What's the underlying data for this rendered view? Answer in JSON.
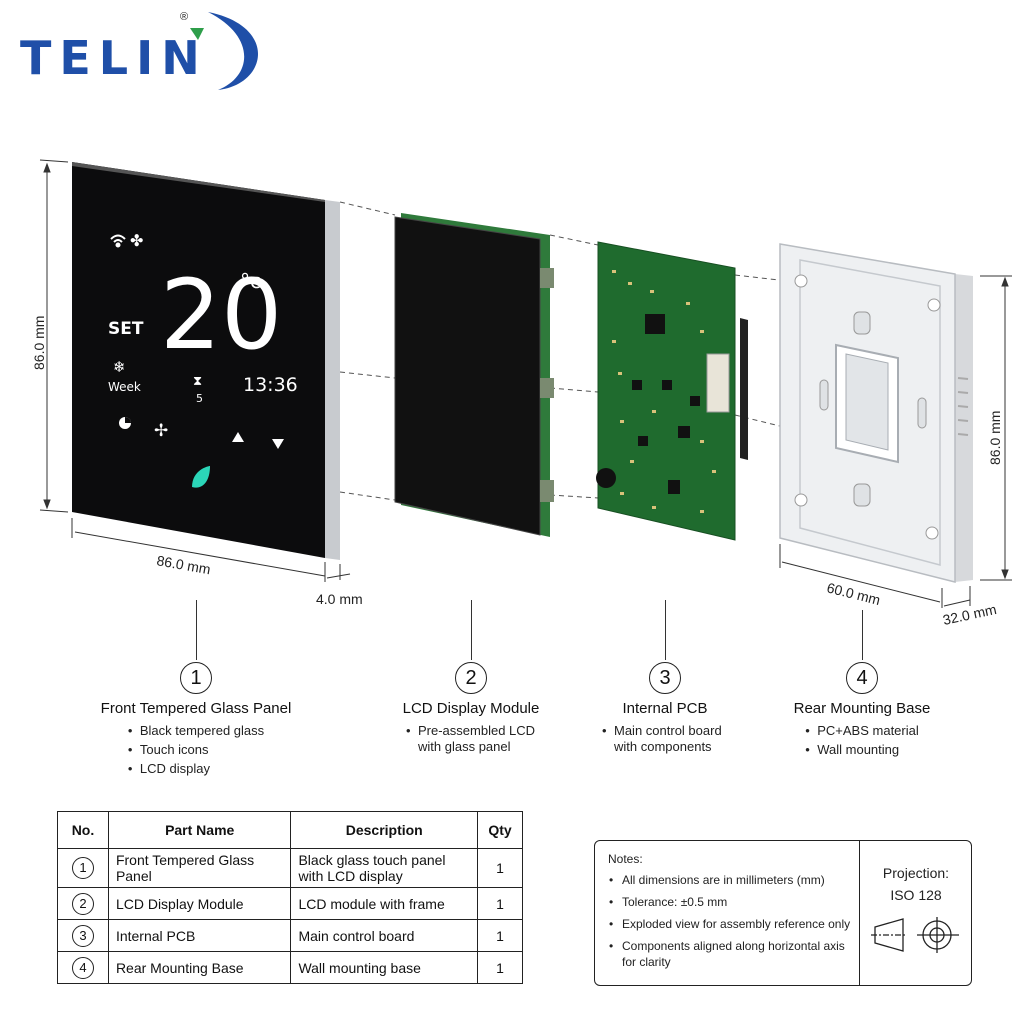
{
  "brand": {
    "name": "TELIN",
    "registered_mark": "®",
    "brand_color": "#1f4fa8"
  },
  "lcd": {
    "temperature": "20",
    "unit": "°c",
    "set_label": "SET",
    "week_label": "Week",
    "day": "5",
    "time": "13:36",
    "accent_color": "#2bd6b8"
  },
  "dimensions": {
    "panel_height": "86.0 mm",
    "panel_width": "86.0 mm",
    "panel_depth": "4.0 mm",
    "base_height": "86.0 mm",
    "base_width": "60.0 mm",
    "base_depth": "32.0 mm"
  },
  "components": [
    {
      "number": "1",
      "title": "Front Tempered Glass Panel",
      "bullets": [
        "Black tempered glass",
        "Touch icons",
        "LCD display"
      ]
    },
    {
      "number": "2",
      "title": "LCD Display Module",
      "bullets": [
        "Pre-assembled LCD with glass panel"
      ]
    },
    {
      "number": "3",
      "title": "Internal PCB",
      "bullets": [
        "Main control board with components"
      ]
    },
    {
      "number": "4",
      "title": "Rear Mounting Base",
      "bullets": [
        "PC+ABS material",
        "Wall mounting"
      ]
    }
  ],
  "table": {
    "headers": [
      "No.",
      "Part Name",
      "Description",
      "Qty"
    ],
    "rows": [
      {
        "no": "1",
        "part": "Front Tempered Glass Panel",
        "desc": "Black glass touch panel with LCD display",
        "qty": "1"
      },
      {
        "no": "2",
        "part": "LCD Display Module",
        "desc": "LCD module with frame",
        "qty": "1"
      },
      {
        "no": "3",
        "part": "Internal PCB",
        "desc": "Main control board",
        "qty": "1"
      },
      {
        "no": "4",
        "part": "Rear Mounting Base",
        "desc": "Wall mounting base",
        "qty": "1"
      }
    ]
  },
  "notes": {
    "title": "Notes:",
    "items": [
      "All dimensions are in millimeters (mm)",
      "Tolerance: ±0.5 mm",
      "Exploded view for assembly reference only",
      "Components aligned along horizontal axis for clarity"
    ]
  },
  "projection": {
    "label": "Projection:",
    "standard": "ISO 128"
  }
}
